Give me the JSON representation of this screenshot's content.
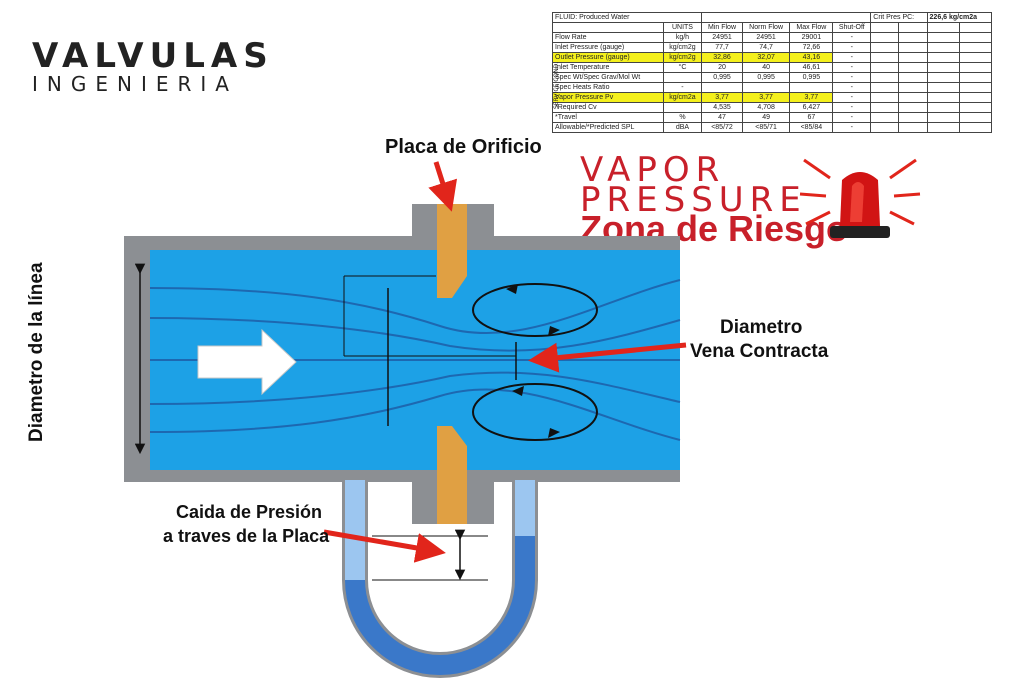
{
  "brand": {
    "line1": "VALVULAS",
    "line2": "INGENIERIA"
  },
  "spec_table": {
    "fluid_label": "FLUID: Produced Water",
    "crit_label": "Crit Pres PC:",
    "crit_value": "226,6 kg/cm2a",
    "section_label": "SERVICE COND.",
    "headers": [
      "",
      "UNITS",
      "Min Flow",
      "Norm Flow",
      "Max Flow",
      "Shut-Off"
    ],
    "rows": [
      {
        "label": "Flow Rate",
        "units": "kg/h",
        "min": "24951",
        "norm": "24951",
        "max": "29001",
        "shut": "-",
        "hl": false
      },
      {
        "label": "Inlet Pressure (gauge)",
        "units": "kg/cm2g",
        "min": "77,7",
        "norm": "74,7",
        "max": "72,66",
        "shut": "-",
        "hl": false
      },
      {
        "label": "Outlet Pressure (gauge)",
        "units": "kg/cm2g",
        "min": "32,86",
        "norm": "32,07",
        "max": "43,16",
        "shut": "-",
        "hl": true
      },
      {
        "label": "Inlet Temperature",
        "units": "°C",
        "min": "20",
        "norm": "40",
        "max": "46,61",
        "shut": "-",
        "hl": false
      },
      {
        "label": "Spec Wt/Spec Grav/Mol Wt",
        "units": "",
        "min": "0,995",
        "norm": "0,995",
        "max": "0,995",
        "shut": "-",
        "hl": false
      },
      {
        "label": "Spec Heats Ratio",
        "units": "-",
        "min": "",
        "norm": "",
        "max": "",
        "shut": "-",
        "hl": false
      },
      {
        "label": "Vapor Pressure Pv",
        "units": "kg/cm2a",
        "min": "3,77",
        "norm": "3,77",
        "max": "3,77",
        "shut": "-",
        "hl": true
      },
      {
        "label": "*Required Cv",
        "units": "",
        "min": "4,535",
        "norm": "4,708",
        "max": "6,427",
        "shut": "-",
        "hl": false
      },
      {
        "label": "*Travel",
        "units": "%",
        "min": "47",
        "norm": "49",
        "max": "67",
        "shut": "-",
        "hl": false
      },
      {
        "label": "Allowable/*Predicted SPL",
        "units": "dBA",
        "min": "<85/72",
        "norm": "<85/71",
        "max": "<85/84",
        "shut": "-",
        "hl": false
      }
    ]
  },
  "alert": {
    "line1": "VAPOR",
    "line2": "PRESSURE",
    "line3": "Zona de Riesgo",
    "icon": "siren-icon"
  },
  "labels": {
    "placa": "Placa de Orificio",
    "diametro_l1": "Diametro",
    "diametro_l2": "Vena Contracta",
    "caida_l1": "Caida de Presión",
    "caida_l2": "a traves de la Placa",
    "linea": "Diametro de la línea"
  },
  "colors": {
    "water": "#1da1e6",
    "pipe": "#8c8f93",
    "plate": "#e0a043",
    "red": "#e1251b",
    "manometer": "#3a78c9"
  }
}
